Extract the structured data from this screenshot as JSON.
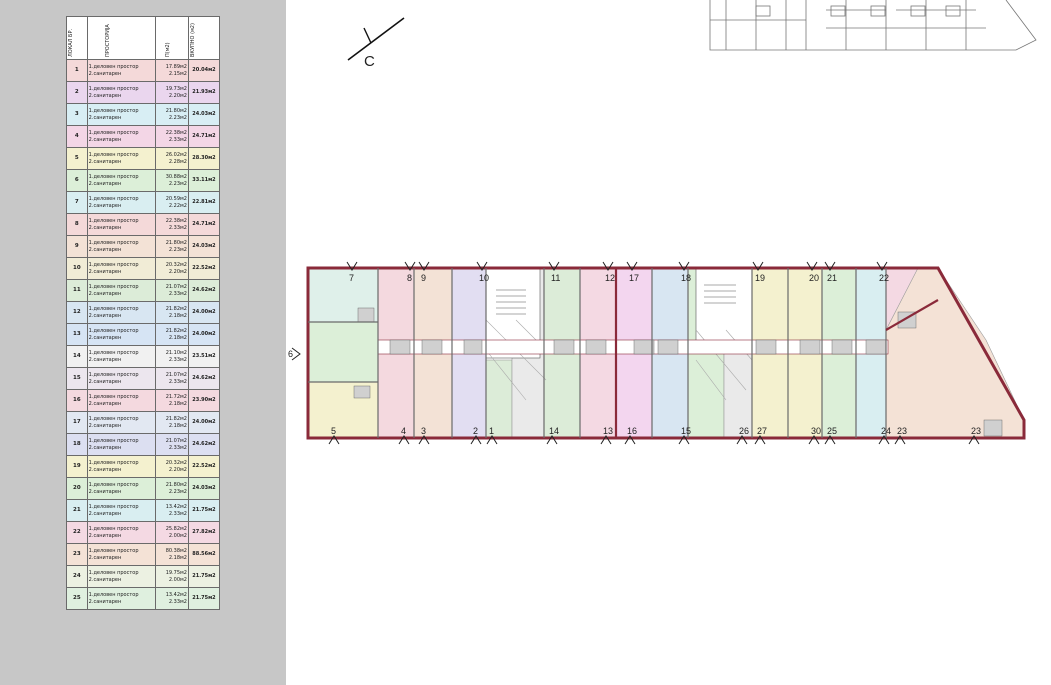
{
  "table": {
    "headers": [
      "ЛОКАЛ БР.",
      "ПРОСТОРИЈА",
      "П(м2)",
      "ВКУПНО (м2)"
    ],
    "rows": [
      {
        "num": "1",
        "room1": "1.деловен простор",
        "room2": "2.санитарен",
        "a1": "17.89м2",
        "a2": "2.15м2",
        "total": "20.04м2",
        "color": "#f4d9d9"
      },
      {
        "num": "2",
        "room1": "1.деловен простор",
        "room2": "2.санитарен",
        "a1": "19.73м2",
        "a2": "2.20м2",
        "total": "21.93м2",
        "color": "#ead6ee"
      },
      {
        "num": "3",
        "room1": "1.деловен простор",
        "room2": "2.санитарен",
        "a1": "21.80м2",
        "a2": "2.23м2",
        "total": "24.03м2",
        "color": "#d8eef4"
      },
      {
        "num": "4",
        "room1": "1.деловен простор",
        "room2": "2.санитарен",
        "a1": "22.38м2",
        "a2": "2.33м2",
        "total": "24.71м2",
        "color": "#f3d6e6"
      },
      {
        "num": "5",
        "room1": "1.деловен простор",
        "room2": "2.санитарен",
        "a1": "26.02м2",
        "a2": "2.28м2",
        "total": "28.30м2",
        "color": "#f4f1cf"
      },
      {
        "num": "6",
        "room1": "1.деловен простор",
        "room2": "2.санитарен",
        "a1": "30.88м2",
        "a2": "2.23м2",
        "total": "33.11м2",
        "color": "#dcefd8"
      },
      {
        "num": "7",
        "room1": "1.деловен простор",
        "room2": "2.санитарен",
        "a1": "20.59м2",
        "a2": "2.22м2",
        "total": "22.81м2",
        "color": "#d9eef1"
      },
      {
        "num": "8",
        "room1": "1.деловен простор",
        "room2": "2.санитарен",
        "a1": "22.38м2",
        "a2": "2.33м2",
        "total": "24.71м2",
        "color": "#f4d9d9"
      },
      {
        "num": "9",
        "room1": "1.деловен простор",
        "room2": "2.санитарен",
        "a1": "21.80м2",
        "a2": "2.23м2",
        "total": "24.03м2",
        "color": "#f3e2d6"
      },
      {
        "num": "10",
        "room1": "1.деловен простор",
        "room2": "2.санитарен",
        "a1": "20.32м2",
        "a2": "2.20м2",
        "total": "22.52м2",
        "color": "#f1ecd6"
      },
      {
        "num": "11",
        "room1": "1.деловен простор",
        "room2": "2.санитарен",
        "a1": "21.07м2",
        "a2": "2.33м2",
        "total": "24.62м2",
        "color": "#dcecd8"
      },
      {
        "num": "12",
        "room1": "1.деловен простор",
        "room2": "2.санитарен",
        "a1": "21.82м2",
        "a2": "2.18м2",
        "total": "24.00м2",
        "color": "#d8e6f2"
      },
      {
        "num": "13",
        "room1": "1.деловен простор",
        "room2": "2.санитарен",
        "a1": "21.82м2",
        "a2": "2.18м2",
        "total": "24.00м2",
        "color": "#d6e4f4"
      },
      {
        "num": "14",
        "room1": "1.деловен простор",
        "room2": "2.санитарен",
        "a1": "21.10м2",
        "a2": "2.33м2",
        "total": "23.51м2",
        "color": "#f1f1f1"
      },
      {
        "num": "15",
        "room1": "1.деловен простор",
        "room2": "2.санитарен",
        "a1": "21.07м2",
        "a2": "2.33м2",
        "total": "24.62м2",
        "color": "#ece6ee"
      },
      {
        "num": "16",
        "room1": "1.деловен простор",
        "room2": "2.санитарен",
        "a1": "21.72м2",
        "a2": "2.18м2",
        "total": "23.90м2",
        "color": "#f4d9df"
      },
      {
        "num": "17",
        "room1": "1.деловен простор",
        "room2": "2.санитарен",
        "a1": "21.82м2",
        "a2": "2.18м2",
        "total": "24.00м2",
        "color": "#e2e8f2"
      },
      {
        "num": "18",
        "room1": "1.деловен простор",
        "room2": "2.санитарен",
        "a1": "21.07м2",
        "a2": "2.33м2",
        "total": "24.62м2",
        "color": "#dcdff1"
      },
      {
        "num": "19",
        "room1": "1.деловен простор",
        "room2": "2.санитарен",
        "a1": "20.32м2",
        "a2": "2.20м2",
        "total": "22.52м2",
        "color": "#f4f1cf"
      },
      {
        "num": "20",
        "room1": "1.деловен простор",
        "room2": "2.санитарен",
        "a1": "21.80м2",
        "a2": "2.23м2",
        "total": "24.03м2",
        "color": "#dcefd8"
      },
      {
        "num": "21",
        "room1": "1.деловен простор",
        "room2": "2.санитарен",
        "a1": "13.42м2",
        "a2": "2.33м2",
        "total": "21.75м2",
        "color": "#d9eef1"
      },
      {
        "num": "22",
        "room1": "1.деловен простор",
        "room2": "2.санитарен",
        "a1": "25.82м2",
        "a2": "2.00м2",
        "total": "27.82м2",
        "color": "#f4d9e3"
      },
      {
        "num": "23",
        "room1": "1.деловен простор",
        "room2": "2.санитарен",
        "a1": "80.38м2",
        "a2": "2.18м2",
        "total": "88.56м2",
        "color": "#f4e2d6"
      },
      {
        "num": "24",
        "room1": "1.деловен простор",
        "room2": "2.санитарен",
        "a1": "19.75м2",
        "a2": "2.00м2",
        "total": "21.75м2",
        "color": "#ecf1e2"
      },
      {
        "num": "25",
        "room1": "1.деловен простор",
        "room2": "2.санитарен",
        "a1": "13.42м2",
        "a2": "2.33м2",
        "total": "21.75м2",
        "color": "#dff0df"
      }
    ]
  },
  "plan": {
    "north_label": "C",
    "side_label": "6",
    "wall_color": "#8a2a3a",
    "top_entries": [
      "7",
      "8",
      "9",
      "10",
      "11",
      "12",
      "17",
      "18",
      "19",
      "20",
      "21",
      "22"
    ],
    "bottom_entries": [
      "5",
      "4",
      "3",
      "2",
      "1",
      "14",
      "13",
      "16",
      "15",
      "26",
      "27",
      "30",
      "25",
      "24",
      "23",
      "23"
    ]
  }
}
